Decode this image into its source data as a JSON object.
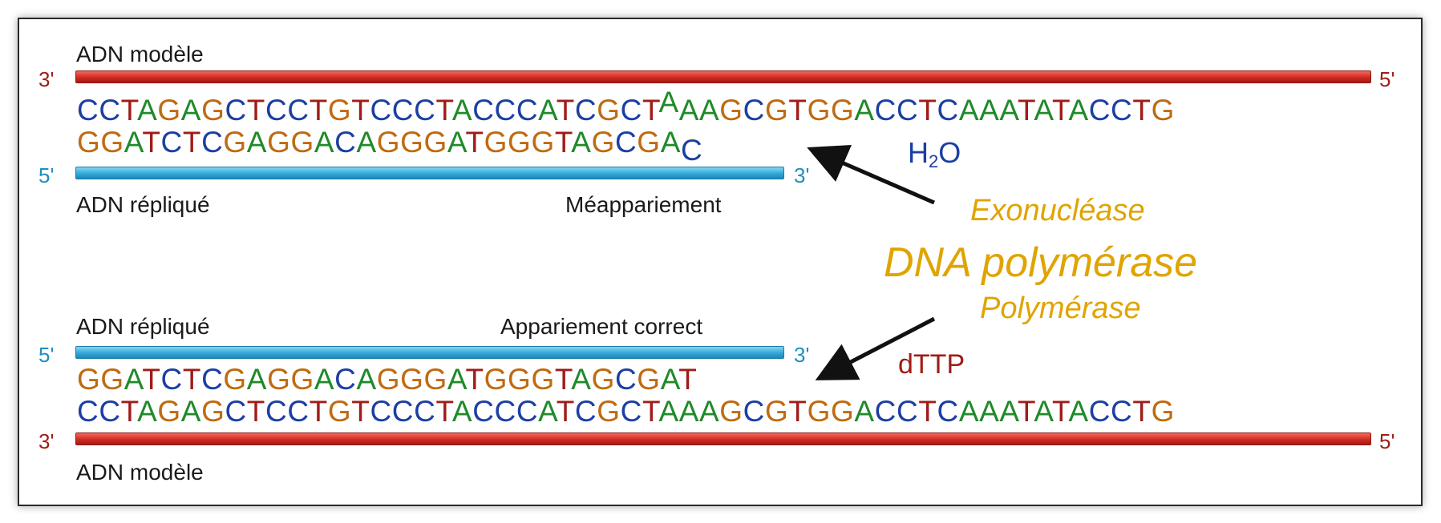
{
  "colors": {
    "template_bar": "#d0281f",
    "replicated_bar": "#33a8d8",
    "A": "#208a2a",
    "C": "#1c3fa3",
    "G": "#c06a10",
    "T": "#a01c18",
    "enzyme": "#e0a400",
    "water": "#1c3fa3",
    "dttp": "#a01c18"
  },
  "top": {
    "template_label": "ADN modèle",
    "template_3": "3'",
    "template_5": "5'",
    "template_seq_a": "CCTAGAGCTCCTGTCCCTACCCATCGCT",
    "template_seq_raised": "A",
    "template_seq_b": "AAGCGTGGACCTCAAATATACCTG",
    "replicated_seq": "GGATCTCGAGGACAGGGATGGGTAGCGA",
    "replicated_seq_low": "C",
    "replicated_5": "5'",
    "replicated_3": "3'",
    "replicated_label": "ADN répliqué",
    "mismatch_label": "Méappariement"
  },
  "middle": {
    "water_main": "H",
    "water_sub": "2",
    "water_end": "O",
    "exonuclease": "Exonucléase",
    "enzyme": "DNA polymérase",
    "polymerase": "Polymérase",
    "nucleotide": "dTTP"
  },
  "bottom": {
    "replicated_label": "ADN répliqué",
    "correct_label": "Appariement correct",
    "replicated_5": "5'",
    "replicated_3": "3'",
    "replicated_seq": "GGATCTCGAGGACAGGGATGGGTAGCGAT",
    "template_seq": "CCTAGAGCTCCTGTCCCTACCCATCGCTAAAGCGTGGACCTCAAATATACCTG",
    "template_3": "3'",
    "template_5": "5'",
    "template_label": "ADN modèle"
  }
}
